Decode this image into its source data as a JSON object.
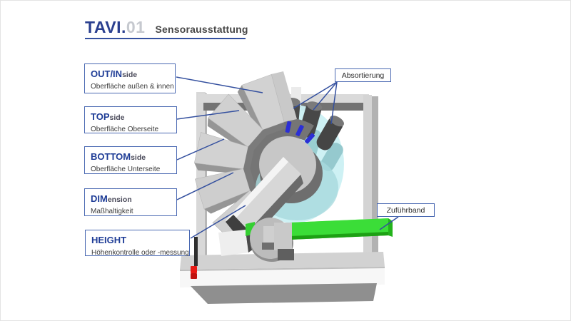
{
  "header": {
    "brand": "TAVI.",
    "brand_number": "01",
    "subtitle": "Sensorausstattung"
  },
  "callouts": [
    {
      "title_strong": "OUT/IN",
      "title_suffix": "side",
      "description": "Oberfläche außen & innen"
    },
    {
      "title_strong": "TOP",
      "title_suffix": "side",
      "description": "Oberfläche Oberseite"
    },
    {
      "title_strong": "BOTTOM",
      "title_suffix": "side",
      "description": "Oberfläche Unterseite"
    },
    {
      "title_strong": "DIM",
      "title_suffix": "ension",
      "description": "Maßhaltigkeit"
    },
    {
      "title_strong": "HEIGHT",
      "title_suffix": "",
      "description": "Höhenkontrolle oder -messung"
    }
  ],
  "machine_labels": {
    "sorting": "Absortierung",
    "conveyor": "Zuführband"
  },
  "colors": {
    "accent_blue": "#2a3f8f",
    "callout_line_blue": "#34509f",
    "dial_cyan": "#cbf0f3",
    "conveyor_green": "#3bdd38",
    "emergency_red": "#e81a15",
    "part_marker_blue": "#2b2fd6"
  }
}
